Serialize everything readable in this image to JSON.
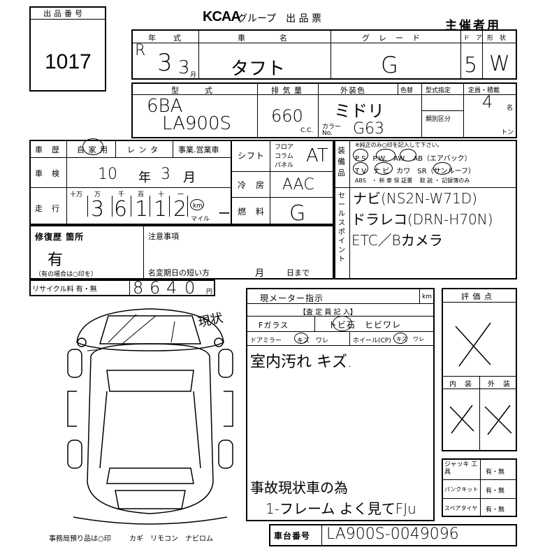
{
  "header": {
    "lot_label": "出品番号",
    "lot_number": "1017",
    "brand": "KCAA",
    "brand_suffix": "グループ　出 品 票",
    "organizer": "主催者用"
  },
  "row1": {
    "year_label": "年　　式",
    "car_name_label": "車　　　　名",
    "grade_label": "グ　レ　ー　ド",
    "door_label": "ド　ア",
    "shape_label": "形　状",
    "era": "R",
    "year": "3",
    "month": "3",
    "month_unit": "月",
    "car_name": "タフト",
    "grade": "G",
    "doors": "5",
    "shape": "W"
  },
  "row2": {
    "model_label": "型　　　式",
    "displacement_label": "排 気 量",
    "color_label": "外装色",
    "color_change_label": "色替",
    "type_label": "型式指定",
    "category_label": "類別区分",
    "capacity_label": "定員・積載",
    "model_code1": "6BA",
    "model_code2": "LA900S",
    "displacement": "660",
    "cc": "C.C.",
    "color": "ミドリ",
    "color_no_label": "カラー No.",
    "color_no": "G63",
    "capacity": "4",
    "capacity_unit": "名",
    "ton_unit": "トン"
  },
  "history": {
    "label": "車　歴",
    "options": [
      "自 家 用",
      "レ ン タ",
      "事業.営業車"
    ],
    "inspection_label": "車　検",
    "inspection_year": "10",
    "inspection_year_unit": "年",
    "inspection_month": "3",
    "inspection_month_unit": "月",
    "mileage_label": "走　行",
    "digit_labels": [
      "十万",
      "万",
      "千",
      "百",
      "十",
      "一"
    ],
    "mileage_digits": [
      "3",
      "6",
      "1",
      "1",
      "2"
    ],
    "km_label": "km",
    "mile_label": "マイル",
    "mileage_end": "ー"
  },
  "shift": {
    "label": "シフト",
    "options": [
      "フロア",
      "コラム",
      "パネル"
    ],
    "value": "AT",
    "ac_label": "冷　房",
    "ac_value": "AAC",
    "fuel_label": "燃　料",
    "fuel_value": "G"
  },
  "equipment": {
    "label": "装備品",
    "legend": "※純正のみ○印を記入して下さい。",
    "line1": "P S　P.W.　AW.　AB（エアバック）",
    "line2": "T V　ナ ビ　カワ　SR（サンルーフ）",
    "line3": "ABS　・ 新 車 保 証書　 取 説 ・ 記録簿のみ",
    "selling_points_label": "セールスポイント",
    "points": [
      "ナビ(NS2N-W71D)",
      "ドラレコ(DRN-H70N)",
      "ETC／Bカメラ"
    ]
  },
  "repair": {
    "label": "修復歴 箇所",
    "value": "有",
    "note": "（有の場合は○印を）",
    "notes_label": "注意事項",
    "name_change_label": "名変期日の短い方",
    "month_label": "月",
    "day_label": "日まで"
  },
  "recycle": {
    "label": "リサイクル料 有・無",
    "digits": [
      "8",
      "6",
      "4",
      "0"
    ],
    "unit": "円"
  },
  "diagram": {
    "annotation": "現状"
  },
  "meter": {
    "label": "現メーター指示",
    "km": "km",
    "inspector_label": "【査 定 員 記 入】",
    "glass_label": "Fガラス",
    "glass_options": "トビ石　ヒビワレ",
    "mirror_label": "ドアミラー",
    "mirror_opts": "キズ　ワレ",
    "wheel_label": "ホイール(CP)",
    "wheel_opts": "キズ　ワレ",
    "comment1": "室内汚れ キズ.",
    "comment2": "事故現状車の為",
    "comment3": "1-フレーム よく見てFJu"
  },
  "rating": {
    "label": "評 価 点",
    "interior_label": "内　装",
    "exterior_label": "外　装"
  },
  "tools": {
    "jack_label": "ジャッキ 工　具",
    "jack_opt": "有・無",
    "puncture_label": "パンクキット",
    "puncture_opt": "有・無",
    "spare_label": "スペアタイヤ",
    "spare_opt": "有・無"
  },
  "chassis": {
    "label": "車台番号",
    "value": "LA900S-0049096"
  },
  "footer": {
    "office_note": "事務局預り品は○印",
    "items": "カギ　リモコン　ナビロム"
  }
}
